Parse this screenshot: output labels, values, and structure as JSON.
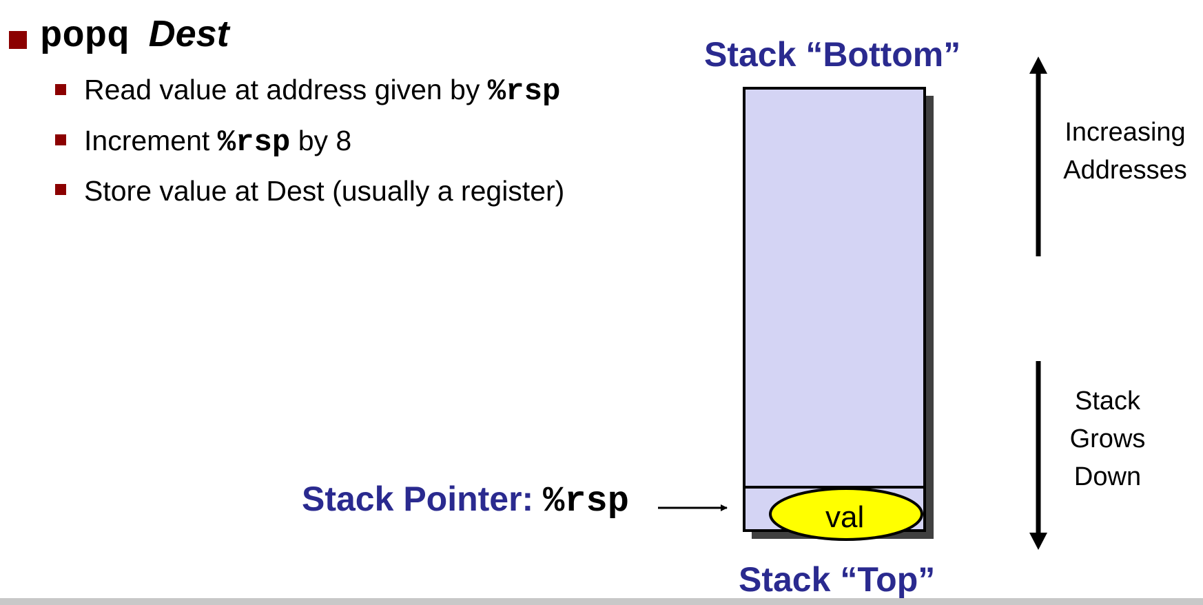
{
  "heading": {
    "instr": "popq",
    "operand": "Dest"
  },
  "bullets": [
    {
      "pre": "Read value at address given by ",
      "code": "%rsp",
      "post": ""
    },
    {
      "pre": "Increment ",
      "code": "%rsp",
      "post": " by 8"
    },
    {
      "pre": "Store value at Dest (usually a register)",
      "code": "",
      "post": ""
    }
  ],
  "diagram": {
    "bottom_label": "Stack “Bottom”",
    "top_label": "Stack “Top”",
    "pointer_label": "Stack Pointer: ",
    "pointer_code": "%rsp",
    "cell_value": "val",
    "increasing_line1": "Increasing",
    "increasing_line2": "Addresses",
    "grows_line1": "Stack",
    "grows_line2": "Grows",
    "grows_line3": "Down"
  },
  "colors": {
    "bullet": "#8b0000",
    "title_blue": "#2a2a8f",
    "stack_fill": "#d4d4f4",
    "val_fill": "#ffff00",
    "shadow": "#404040"
  }
}
